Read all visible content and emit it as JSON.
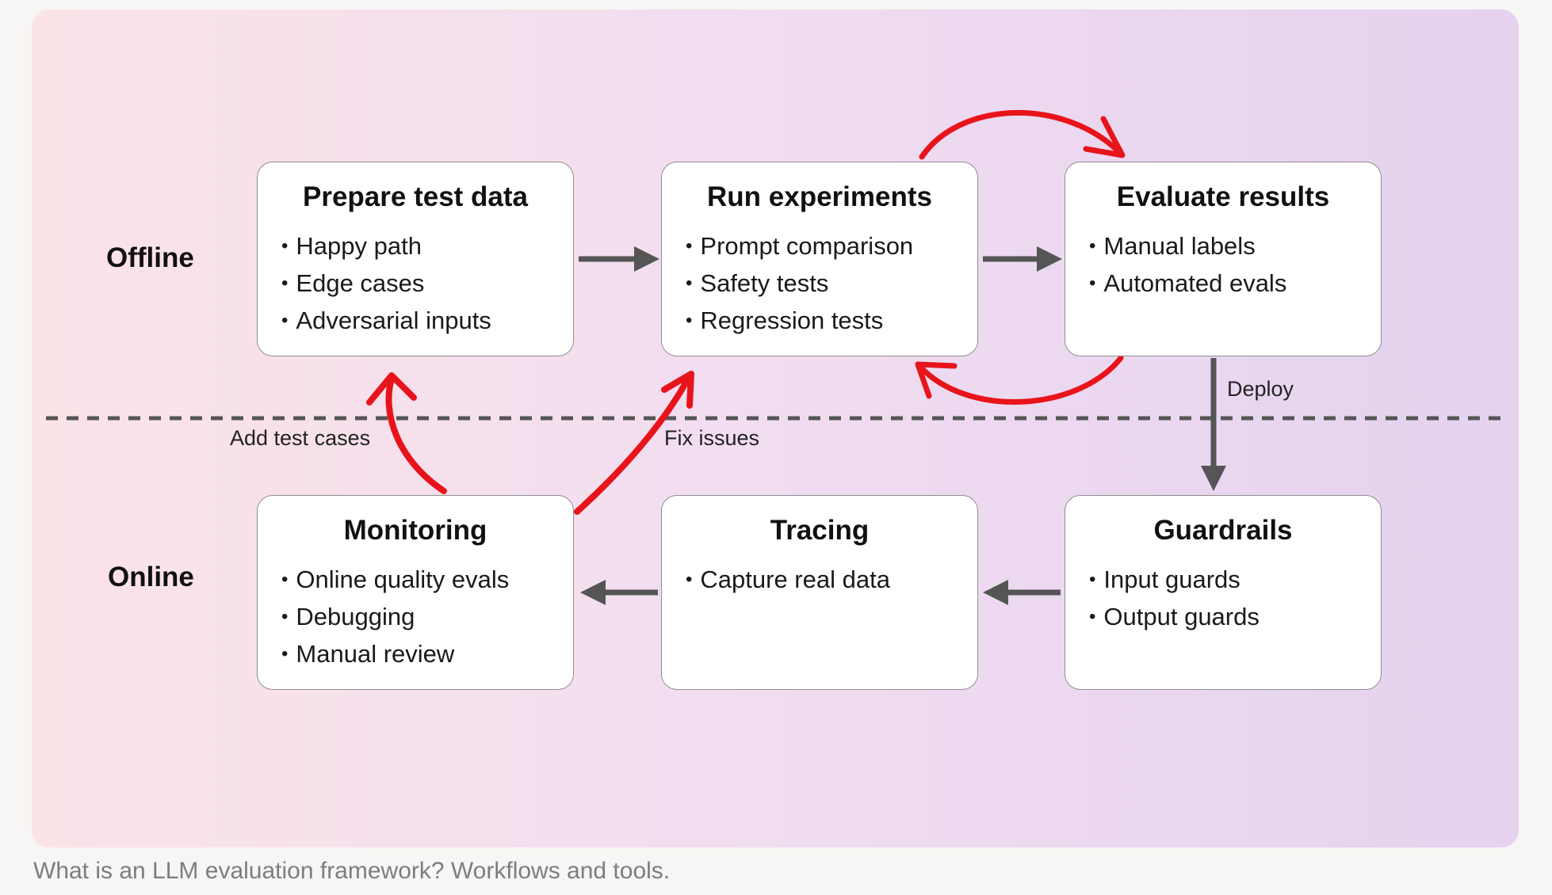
{
  "rows": {
    "offline": "Offline",
    "online": "Online"
  },
  "cards": {
    "prepare": {
      "title": "Prepare test data",
      "items": [
        "Happy path",
        "Edge cases",
        "Adversarial inputs"
      ]
    },
    "run": {
      "title": "Run experiments",
      "items": [
        "Prompt comparison",
        "Safety tests",
        "Regression tests"
      ]
    },
    "evaluate": {
      "title": "Evaluate results",
      "items": [
        "Manual labels",
        "Automated evals"
      ]
    },
    "monitoring": {
      "title": "Monitoring",
      "items": [
        "Online quality evals",
        "Debugging",
        "Manual review"
      ]
    },
    "tracing": {
      "title": "Tracing",
      "items": [
        "Capture real data"
      ]
    },
    "guardrails": {
      "title": "Guardrails",
      "items": [
        "Input guards",
        "Output guards"
      ]
    }
  },
  "flow_labels": {
    "deploy": "Deploy",
    "add_test_cases": "Add test cases",
    "fix_issues": "Fix issues"
  },
  "colors": {
    "feedback_arrow": "#e8141b",
    "flow_arrow": "#555555",
    "divider": "#555555"
  },
  "caption": "What is an LLM evaluation framework? Workflows and tools."
}
